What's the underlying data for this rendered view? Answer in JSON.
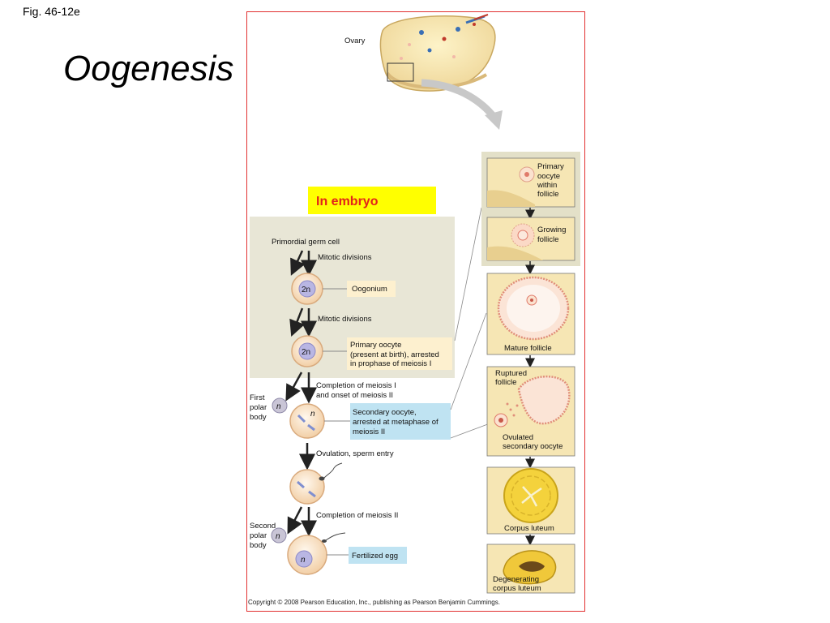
{
  "fig_label": "Fig. 46-12e",
  "title": "Oogenesis",
  "ovary_label": "Ovary",
  "embryo_label": "In embryo",
  "steps": {
    "primordial": "Primordial germ cell",
    "mitotic1": "Mitotic divisions",
    "mitotic2": "Mitotic divisions",
    "meiosis_line1": "Completion of meiosis I",
    "meiosis_line2": "and onset of meiosis II",
    "ovulation": "Ovulation, sperm entry",
    "completion2": "Completion of meiosis II"
  },
  "ploidy": {
    "oogonium": "2n",
    "primary": "2n",
    "secondary": "n",
    "first_polar": "n",
    "second_polar": "n",
    "fertilized": "n"
  },
  "boxes": {
    "oogonium": "Oogonium",
    "primary_line1": "Primary oocyte",
    "primary_line2": "(present at birth), arrested",
    "primary_line3": "in prophase of meiosis I",
    "secondary_line1": "Secondary oocyte,",
    "secondary_line2": "arrested at metaphase of",
    "secondary_line3": "meiosis II",
    "fertilized": "Fertilized egg"
  },
  "polar": {
    "first_line1": "First",
    "first_line2": "polar",
    "first_line3": "body",
    "second_line1": "Second",
    "second_line2": "polar",
    "second_line3": "body"
  },
  "follicles": {
    "primary_line1": "Primary",
    "primary_line2": "oocyte",
    "primary_line3": "within",
    "primary_line4": "follicle",
    "growing_line1": "Growing",
    "growing_line2": "follicle",
    "mature": "Mature follicle",
    "ruptured_line1": "Ruptured",
    "ruptured_line2": "follicle",
    "ovulated_line1": "Ovulated",
    "ovulated_line2": "secondary oocyte",
    "corpus": "Corpus luteum",
    "degen_line1": "Degenerating",
    "degen_line2": "corpus luteum"
  },
  "copyright": "Copyright © 2008 Pearson Education, Inc., publishing as Pearson Benjamin Cummings.",
  "colors": {
    "frame": "#e23030",
    "embryo_fill": "#ffff00",
    "embryo_text": "#e2231a",
    "panel": "#e8e6d6",
    "label_box": "#fdf0cf",
    "secondary_box": "#bfe3f2",
    "tissue": "#f6e6b4",
    "nucleus": "#b9b6e3",
    "cell": "#fbe8d2"
  }
}
